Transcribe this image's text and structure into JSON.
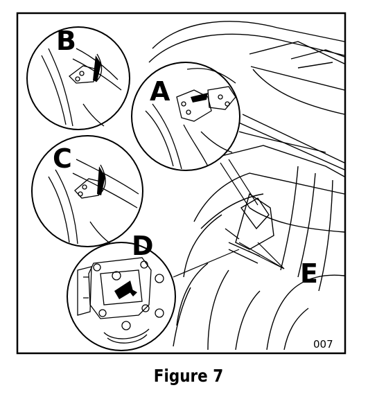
{
  "labels": {
    "a": "A",
    "b": "B",
    "c": "C",
    "d": "D",
    "e": "E"
  },
  "code": "007",
  "caption": "Figure 7"
}
